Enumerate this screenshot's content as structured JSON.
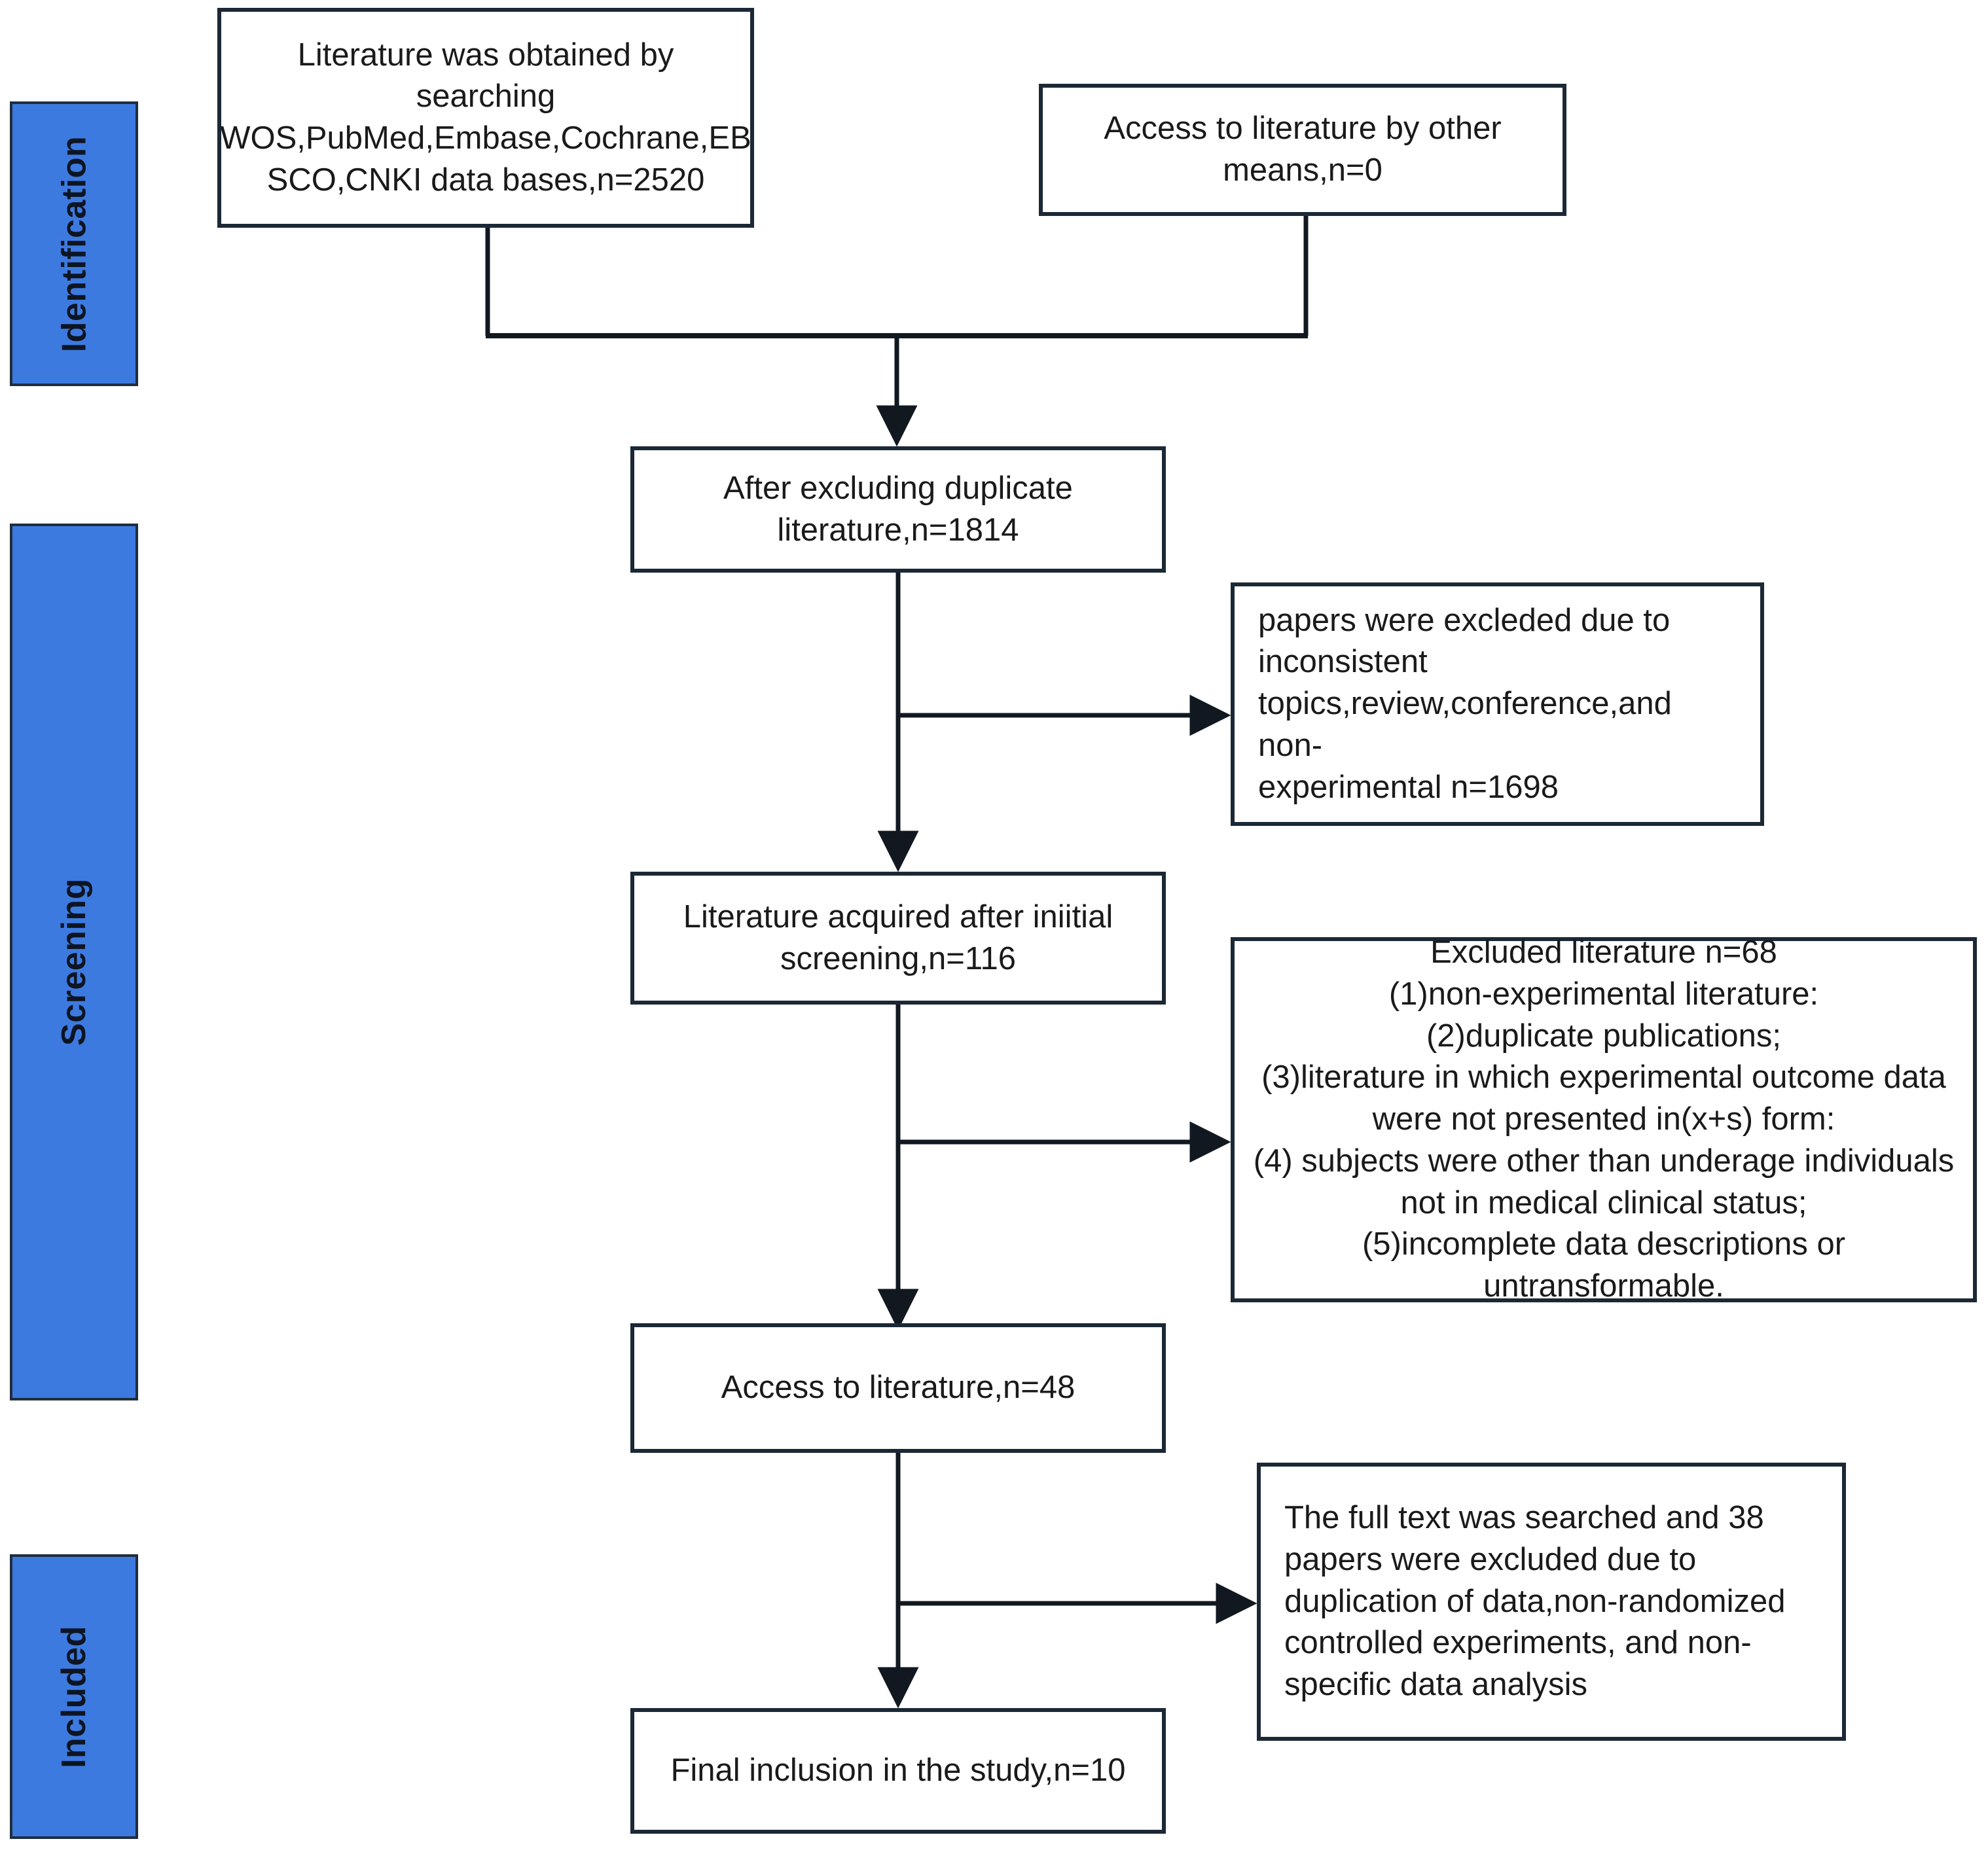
{
  "diagram": {
    "title": "PRISMA literature screening flow diagram",
    "accent_color": "#3d7ae0",
    "border_color": "#1b2836",
    "background_color": "#ffffff"
  },
  "stages": [
    {
      "label": "Identification"
    },
    {
      "label": "Screening"
    },
    {
      "label": "Included"
    }
  ],
  "boxes": {
    "source_databases": "Literature was obtained by\nsearching\nWOS,PubMed,Embase,Cochrane,EB\nSCO,CNKI data bases,n=2520",
    "other_sources": "Access to literature by other\nmeans,n=0",
    "after_duplicates": "After excluding duplicate\nliterature,n=1814",
    "excluded_screening_1": "papers were excleded due to\ninconsistent\ntopics,review,conference,and non-\nexperimental n=1698",
    "after_initial_screening": "Literature acquired after iniitial\nscreening,n=116",
    "excluded_screening_2": "Excluded literature n=68\n(1)non-experimental literature:\n(2)duplicate publications;\n(3)literature in which experimental outcome data\nwere not presented in(x+s) form:\n(4) subjects were other than underage individuals\nnot in medical clinical status;\n(5)incomplete data descriptions or\nuntransformable.",
    "access_literature": "Access to literature,n=48",
    "excluded_fulltext": "The full text was searched and 38\npapers were excluded due to\nduplication of data,non-randomized\ncontrolled experiments, and non-\nspecific data analysis",
    "final_inclusion": "Final inclusion in the study,n=10"
  },
  "chart_data": {
    "type": "diagram",
    "title": "PRISMA flow of study selection",
    "nodes": [
      {
        "id": "source_databases",
        "stage": "Identification",
        "n": 2520,
        "label": "Literature was obtained by searching WOS,PubMed,Embase,Cochrane,EBSCO,CNKI data bases,n=2520"
      },
      {
        "id": "other_sources",
        "stage": "Identification",
        "n": 0,
        "label": "Access to literature by other means,n=0"
      },
      {
        "id": "after_duplicates",
        "stage": "Screening",
        "n": 1814,
        "label": "After excluding duplicate literature,n=1814"
      },
      {
        "id": "excluded_screening_1",
        "stage": "Screening",
        "n": 1698,
        "label": "papers were excleded due to inconsistent topics,review,conference,and non-experimental n=1698"
      },
      {
        "id": "after_initial_screening",
        "stage": "Screening",
        "n": 116,
        "label": "Literature acquired after iniitial screening,n=116"
      },
      {
        "id": "excluded_screening_2",
        "stage": "Screening",
        "n": 68,
        "label": "Excluded literature n=68"
      },
      {
        "id": "access_literature",
        "stage": "Screening",
        "n": 48,
        "label": "Access to literature,n=48"
      },
      {
        "id": "excluded_fulltext",
        "stage": "Included",
        "n": 38,
        "label": "The full text was searched and 38 papers were excluded"
      },
      {
        "id": "final_inclusion",
        "stage": "Included",
        "n": 10,
        "label": "Final inclusion in the study,n=10"
      }
    ],
    "edges": [
      {
        "from": "source_databases",
        "to": "after_duplicates"
      },
      {
        "from": "other_sources",
        "to": "after_duplicates"
      },
      {
        "from": "after_duplicates",
        "to": "excluded_screening_1"
      },
      {
        "from": "after_duplicates",
        "to": "after_initial_screening"
      },
      {
        "from": "after_initial_screening",
        "to": "excluded_screening_2"
      },
      {
        "from": "after_initial_screening",
        "to": "access_literature"
      },
      {
        "from": "access_literature",
        "to": "excluded_fulltext"
      },
      {
        "from": "access_literature",
        "to": "final_inclusion"
      }
    ]
  }
}
